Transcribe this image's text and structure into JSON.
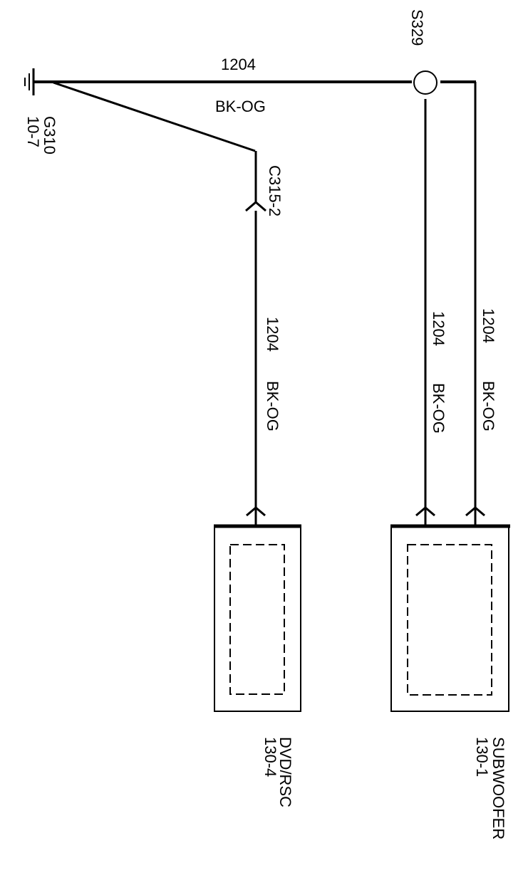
{
  "ground": {
    "id": "G310",
    "ref": "10-7"
  },
  "splice": {
    "id": "S329"
  },
  "connector": {
    "id": "C315-2"
  },
  "top_wire": {
    "circuit": "1204",
    "color": "BK-OG"
  },
  "wires": [
    {
      "circuit": "1204",
      "color": "BK-OG"
    },
    {
      "circuit": "1204",
      "color": "BK-OG"
    },
    {
      "circuit": "1204",
      "color": "BK-OG"
    }
  ],
  "components": [
    {
      "name": "DVD/RSC",
      "ref": "130-4"
    },
    {
      "name": "SUBWOOFER",
      "ref": "130-1"
    }
  ],
  "colors": {
    "line": "#000000",
    "background": "#ffffff"
  }
}
